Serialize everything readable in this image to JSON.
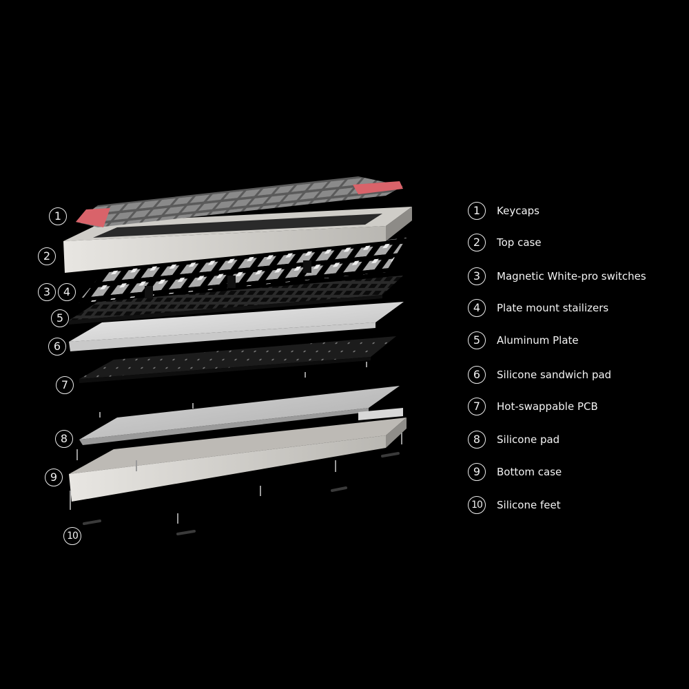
{
  "colors": {
    "background": "#000000",
    "text": "#f2f2f2",
    "keycap_accent": "#d9636a",
    "keycap_gray": "#6e6e6e",
    "case": "#d8d6d2",
    "plate": "#1e1e1e"
  },
  "callouts": [
    "1",
    "2",
    "3",
    "4",
    "5",
    "6",
    "7",
    "8",
    "9",
    "10"
  ],
  "legend": [
    {
      "number": "1",
      "label": "Keycaps"
    },
    {
      "number": "2",
      "label": "Top case"
    },
    {
      "number": "3",
      "label": "Magnetic White-pro switches"
    },
    {
      "number": "4",
      "label": "Plate mount stailizers"
    },
    {
      "number": "5",
      "label": "Aluminum Plate"
    },
    {
      "number": "6",
      "label": "Silicone sandwich pad"
    },
    {
      "number": "7",
      "label": "Hot-swappable PCB"
    },
    {
      "number": "8",
      "label": "Silicone pad"
    },
    {
      "number": "9",
      "label": "Bottom case"
    },
    {
      "number": "10",
      "label": "Silicone feet"
    }
  ]
}
